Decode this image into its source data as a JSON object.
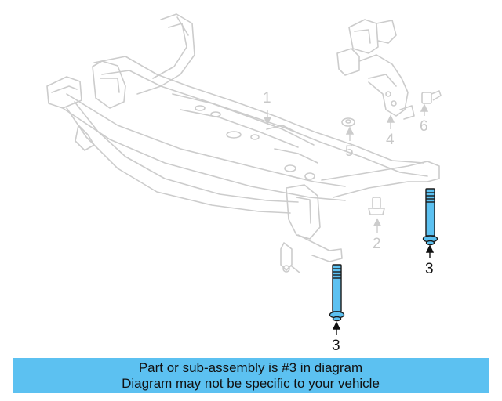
{
  "callouts": {
    "part_1": "1",
    "part_2": "2",
    "part_3_right": "3",
    "part_3_lower": "3",
    "part_4": "4",
    "part_5": "5",
    "part_6": "6"
  },
  "highlight": {
    "part_number": "3",
    "color": "#5cc1f1"
  },
  "banner": {
    "line1": "Part or sub-assembly is #3 in diagram",
    "line2": "Diagram may not be specific to your vehicle"
  }
}
